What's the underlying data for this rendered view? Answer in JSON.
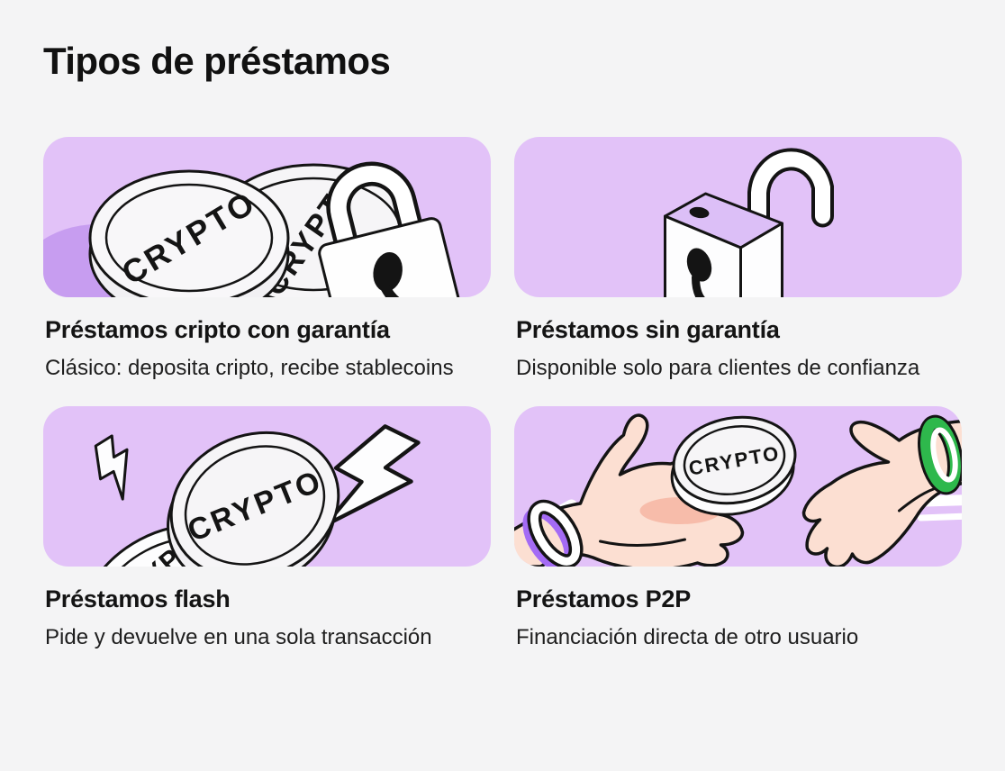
{
  "page": {
    "title": "Tipos de préstamos",
    "colors": {
      "background": "#f4f4f5",
      "card_background": "#e2c2f8",
      "blob_purple": "#c79df0",
      "outline_ink": "#141414",
      "coin_fill": "#f6f5f7",
      "skin": "#fcdfd2",
      "skin_shadow": "#f7bcaa",
      "bracelet_green": "#2eb84c",
      "bracelet_purple": "#a46bf5",
      "streak_white": "#ffffff"
    }
  },
  "cards": [
    {
      "id": "crypto-backed",
      "illustration": "coins-and-locked-padlock",
      "coin_label": "CRYPTO",
      "title": "Préstamos cripto con garantía",
      "description": "Clásico: deposita cripto, recibe stablecoins"
    },
    {
      "id": "unsecured",
      "illustration": "open-padlock",
      "title": "Préstamos sin garantía",
      "description": "Disponible solo para clientes de confianza"
    },
    {
      "id": "flash",
      "illustration": "coin-with-lightning-bolts",
      "coin_label": "CRYPTO",
      "title": "Préstamos flash",
      "description": "Pide y devuelve en una sola transacción"
    },
    {
      "id": "p2p",
      "illustration": "hands-exchanging-coin",
      "coin_label": "CRYPTO",
      "title": "Préstamos P2P",
      "description": "Financiación directa de otro usuario"
    }
  ]
}
